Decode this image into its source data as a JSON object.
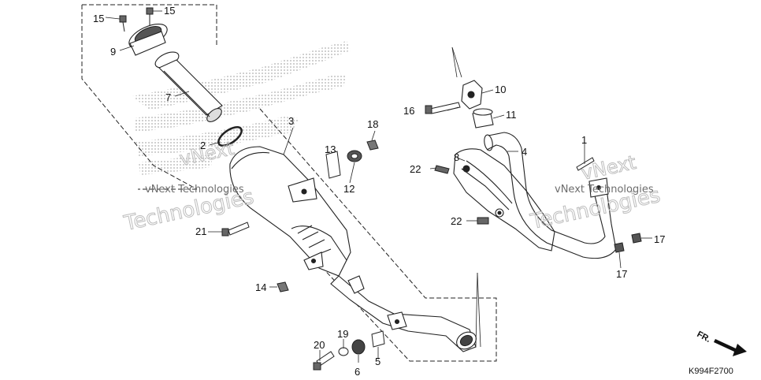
{
  "parts": [
    {
      "id": "p1",
      "label": "1"
    },
    {
      "id": "p2",
      "label": "2"
    },
    {
      "id": "p3",
      "label": "3"
    },
    {
      "id": "p4",
      "label": "4"
    },
    {
      "id": "p5",
      "label": "5"
    },
    {
      "id": "p6",
      "label": "6"
    },
    {
      "id": "p7",
      "label": "7"
    },
    {
      "id": "p8",
      "label": "8"
    },
    {
      "id": "p9",
      "label": "9"
    },
    {
      "id": "p10",
      "label": "10"
    },
    {
      "id": "p11",
      "label": "11"
    },
    {
      "id": "p12",
      "label": "12"
    },
    {
      "id": "p13",
      "label": "13"
    },
    {
      "id": "p14",
      "label": "14"
    },
    {
      "id": "p15a",
      "label": "15"
    },
    {
      "id": "p15b",
      "label": "15"
    },
    {
      "id": "p16",
      "label": "16"
    },
    {
      "id": "p17a",
      "label": "17"
    },
    {
      "id": "p17b",
      "label": "17"
    },
    {
      "id": "p18",
      "label": "18"
    },
    {
      "id": "p19",
      "label": "19"
    },
    {
      "id": "p20",
      "label": "20"
    },
    {
      "id": "p21",
      "label": "21"
    },
    {
      "id": "p22a",
      "label": "22"
    },
    {
      "id": "p22b",
      "label": "22"
    }
  ],
  "watermark": {
    "brand_word_1": "vNext",
    "brand_word_2": "Technologies",
    "brand_full": "vNext Technologies"
  },
  "direction_label": "FR.",
  "diagram_code": "K994F2700"
}
